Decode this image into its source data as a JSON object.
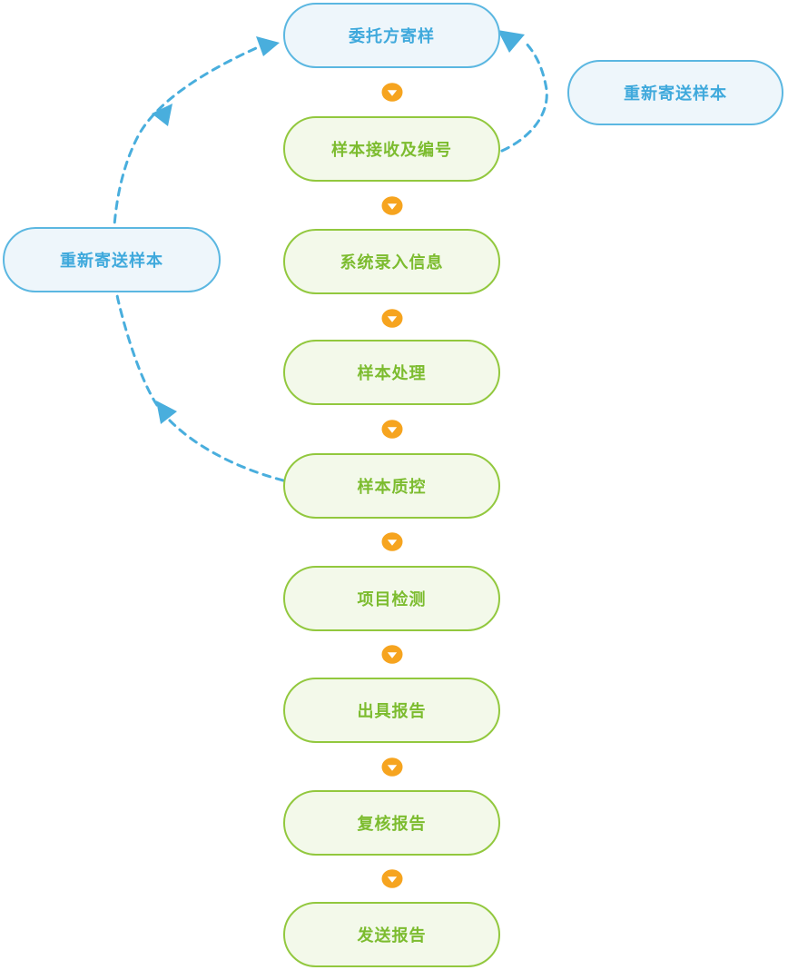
{
  "colors": {
    "blue_border": "#5bb7e1",
    "blue_fill": "#eef6fb",
    "blue_text": "#3fa9dc",
    "green_border": "#92c83e",
    "green_fill": "#f3f9ea",
    "green_text": "#7cbc2f",
    "orange": "#f6a41f",
    "connector": "#49aedd"
  },
  "flow": {
    "main_nodes": [
      {
        "label": "委托方寄样",
        "type": "blue"
      },
      {
        "label": "样本接收及编号",
        "type": "green"
      },
      {
        "label": "系统录入信息",
        "type": "green"
      },
      {
        "label": "样本处理",
        "type": "green"
      },
      {
        "label": "样本质控",
        "type": "green"
      },
      {
        "label": "项目检测",
        "type": "green"
      },
      {
        "label": "出具报告",
        "type": "green"
      },
      {
        "label": "复核报告",
        "type": "green"
      },
      {
        "label": "发送报告",
        "type": "green"
      }
    ],
    "side_nodes": {
      "right": {
        "label": "重新寄送样本"
      },
      "left": {
        "label": "重新寄送样本"
      }
    },
    "connectors": {
      "right_loop": {
        "from": "样本接收及编号",
        "to": "委托方寄样",
        "style": "dashed"
      },
      "left_loop": {
        "from": "样本质控",
        "via": "重新寄送样本",
        "to": "委托方寄样",
        "style": "dashed"
      }
    }
  }
}
